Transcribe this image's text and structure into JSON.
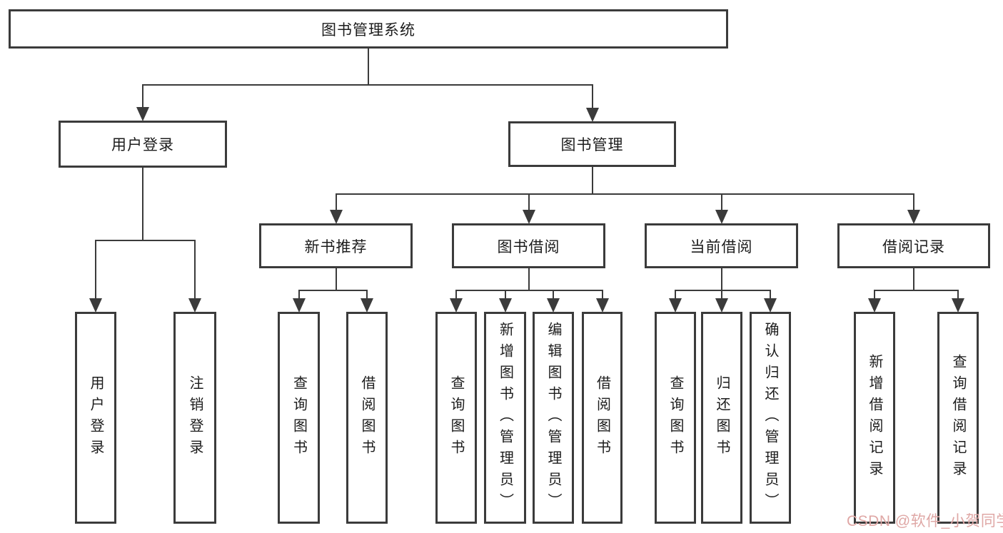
{
  "diagram": {
    "nodes": [
      {
        "id": "root",
        "label": "图书管理系统",
        "parent": null
      },
      {
        "id": "login",
        "label": "用户登录",
        "parent": "root"
      },
      {
        "id": "bookmgmt",
        "label": "图书管理",
        "parent": "root"
      },
      {
        "id": "new-books",
        "label": "新书推荐",
        "parent": "bookmgmt"
      },
      {
        "id": "book-borrow",
        "label": "图书借阅",
        "parent": "bookmgmt"
      },
      {
        "id": "current-borrow",
        "label": "当前借阅",
        "parent": "bookmgmt"
      },
      {
        "id": "borrow-records",
        "label": "借阅记录",
        "parent": "bookmgmt"
      },
      {
        "id": "login-user",
        "label": "用户登录",
        "parent": "login"
      },
      {
        "id": "logout",
        "label": "注销登录",
        "parent": "login"
      },
      {
        "id": "nb-query",
        "label": "查询图书",
        "parent": "new-books"
      },
      {
        "id": "nb-borrow",
        "label": "借阅图书",
        "parent": "new-books"
      },
      {
        "id": "bb-query",
        "label": "查询图书",
        "parent": "book-borrow"
      },
      {
        "id": "bb-add",
        "label": "新增图书（管理员）",
        "parent": "book-borrow"
      },
      {
        "id": "bb-edit",
        "label": "编辑图书（管理员）",
        "parent": "book-borrow"
      },
      {
        "id": "bb-borrow",
        "label": "借阅图书",
        "parent": "book-borrow"
      },
      {
        "id": "cb-query",
        "label": "查询图书",
        "parent": "current-borrow"
      },
      {
        "id": "cb-return",
        "label": "归还图书",
        "parent": "current-borrow"
      },
      {
        "id": "cb-confirm",
        "label": "确认归还（管理员）",
        "parent": "current-borrow"
      },
      {
        "id": "br-add",
        "label": "新增借阅记录",
        "parent": "borrow-records"
      },
      {
        "id": "br-query",
        "label": "查询借阅记录",
        "parent": "borrow-records"
      }
    ]
  },
  "watermark": {
    "text": "CSDN @软件_小贺同学"
  },
  "colors": {
    "line": "#3b3b3b",
    "text": "#1c1c1c",
    "watermark": "#dfa7a5",
    "background": "#ffffff"
  }
}
